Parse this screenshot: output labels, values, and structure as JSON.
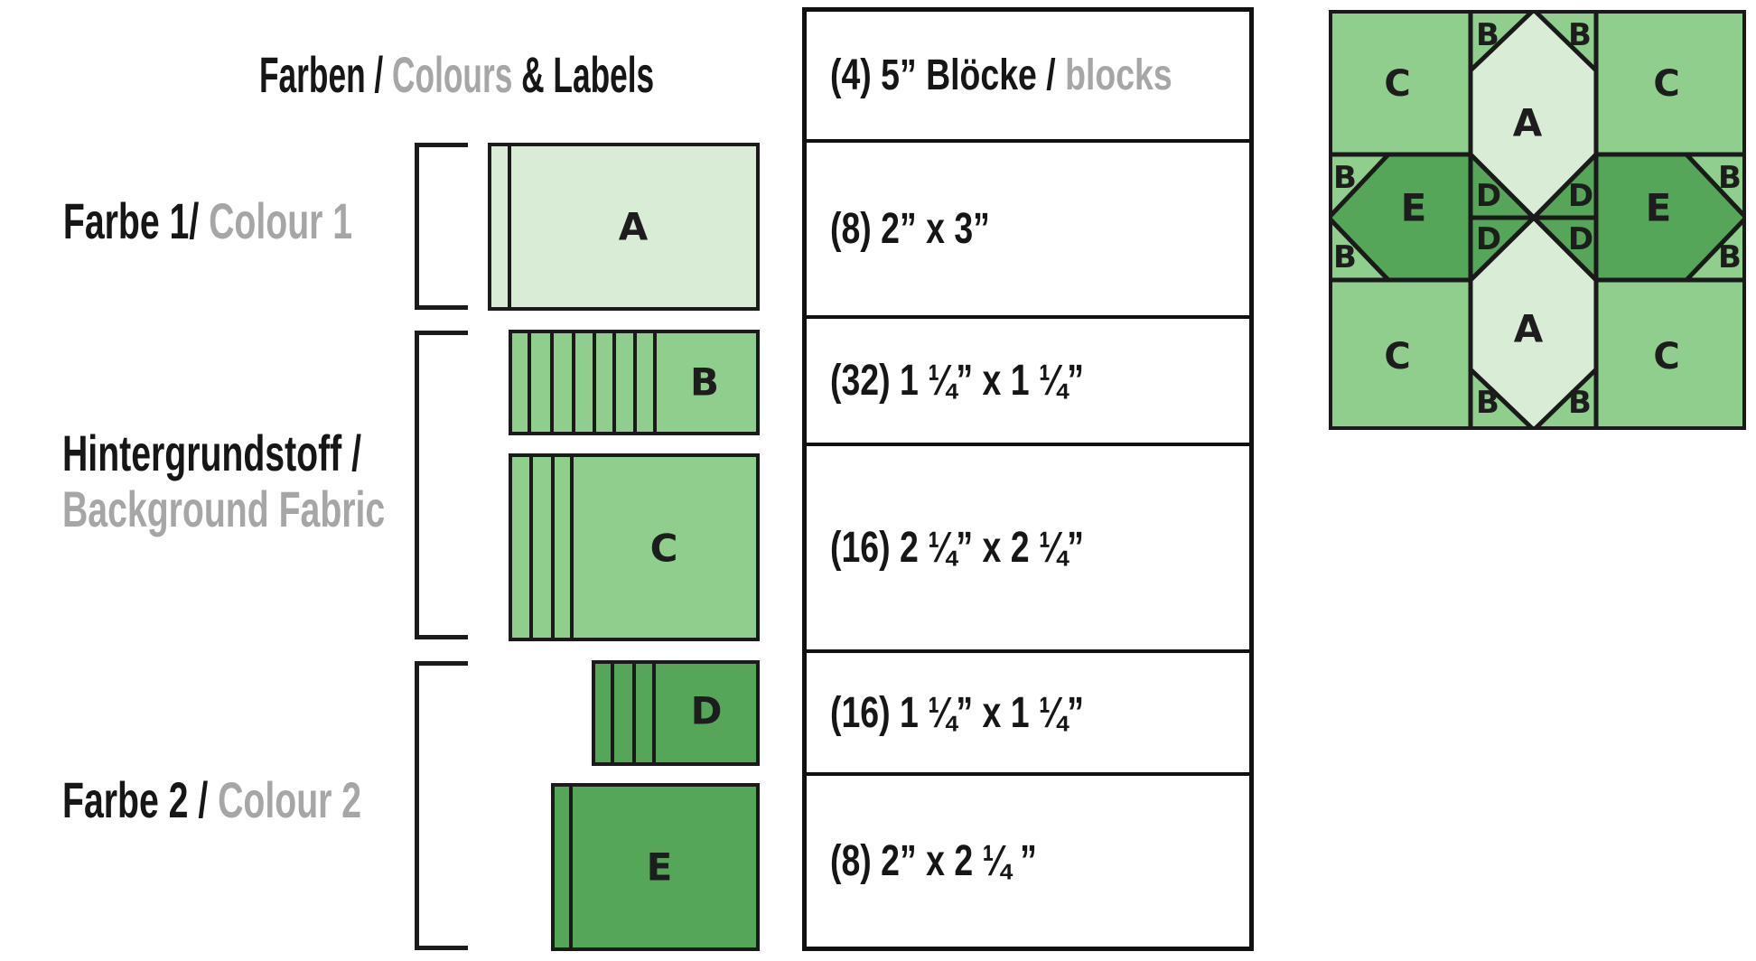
{
  "title": {
    "part_de": "Farben /",
    "part_en": "Colours",
    "part_suffix": "& Labels"
  },
  "side_labels": [
    {
      "primary": "Farbe 1/",
      "secondary": "Colour 1"
    },
    {
      "primary": "Hintergrundstoff /",
      "secondary": "Background Fabric"
    },
    {
      "primary": "Farbe 2 /",
      "secondary": "Colour 2"
    }
  ],
  "swatches": [
    {
      "letter": "A",
      "shade": "light",
      "cut_strips": 1
    },
    {
      "letter": "B",
      "shade": "medium",
      "cut_strips": 7
    },
    {
      "letter": "C",
      "shade": "medium",
      "cut_strips": 3
    },
    {
      "letter": "D",
      "shade": "dark",
      "cut_strips": 3
    },
    {
      "letter": "E",
      "shade": "dark",
      "cut_strips": 1
    }
  ],
  "cut_table": {
    "header_main": "(4) 5” Blöcke /",
    "header_sub": "blocks",
    "rows": [
      "(8) 2” x 3”",
      "(32) 1 ¼” x 1 ¼”",
      "(16) 2 ¼” x 2 ¼”",
      "(16) 1 ¼” x 1 ¼”",
      "(8) 2” x 2 ¼ ”"
    ]
  },
  "block_diagram": {
    "labels": {
      "A": "A",
      "B": "B",
      "C": "C",
      "D": "D",
      "E": "E"
    }
  },
  "colors": {
    "light_green": "#d9ecd6",
    "medium_green": "#8fce8c",
    "dark_green": "#56a65a",
    "outline": "#1a1a1a",
    "text_black": "#161616",
    "text_gray": "#a6a6a6"
  }
}
